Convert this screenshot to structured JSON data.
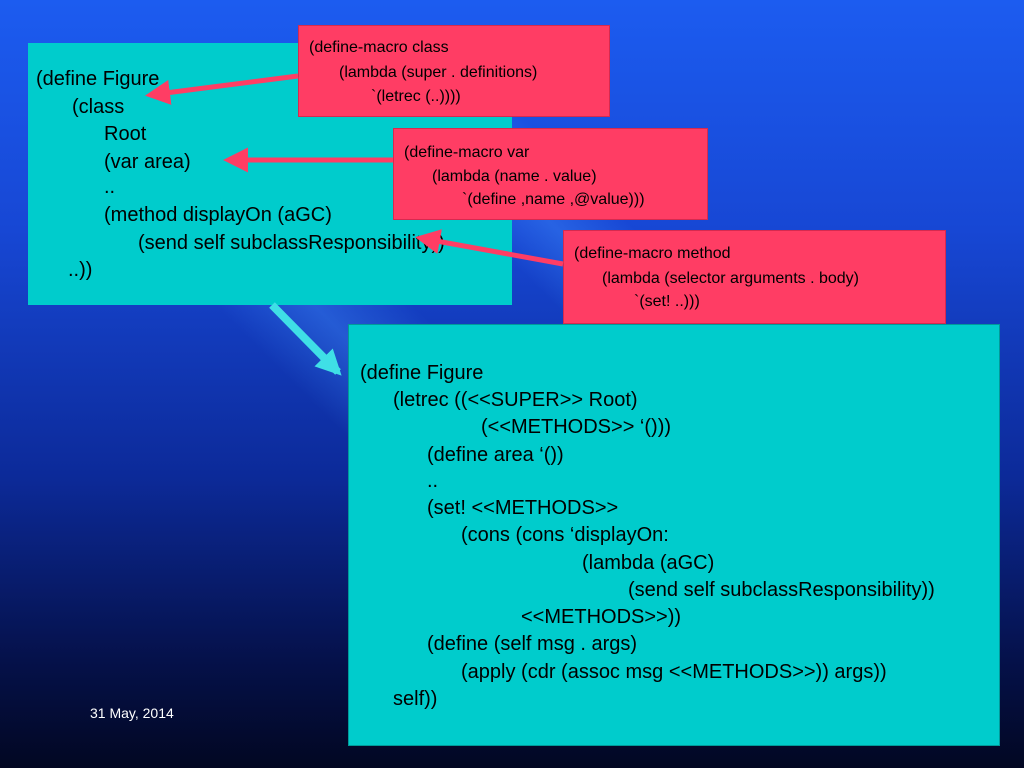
{
  "slide": {
    "date": "31 May, 2014",
    "class_code": [
      "(define Figure",
      "(class",
      "Root",
      "(var area)",
      "..",
      "(method displayOn (aGC)",
      "(send self subclassResponsibility))",
      "..))"
    ],
    "macro_class": [
      "(define-macro class",
      "(lambda (super . definitions)",
      "`(letrec (..))))"
    ],
    "macro_var": [
      "(define-macro var",
      "(lambda (name . value)",
      "`(define ,name ,@value)))"
    ],
    "macro_method": [
      "(define-macro method",
      "(lambda (selector arguments . body)",
      "`(set! ..)))"
    ],
    "expanded_code": [
      "(define Figure",
      "(letrec ((<<SUPER>> Root)",
      "(<<METHODS>> ‘()))",
      "(define area ‘())",
      "..",
      "(set! <<METHODS>>",
      "(cons (cons ‘displayOn:",
      "(lambda (aGC)",
      "(send self subclassResponsibility))",
      "<<METHODS>>))",
      "(define (self msg . args)",
      "(apply (cdr (assoc msg <<METHODS>>)) args))",
      "self))"
    ]
  },
  "colors": {
    "panel": "#00cccc",
    "note": "#ff3d64",
    "arrow_red": "#ff3d64",
    "arrow_cyan": "#3fdfe6"
  }
}
